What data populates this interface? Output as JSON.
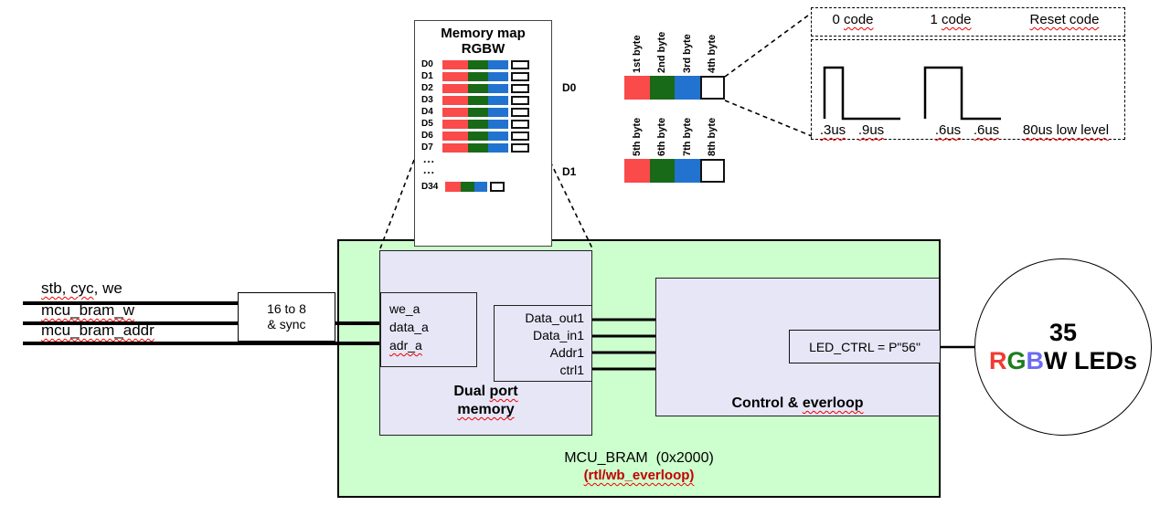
{
  "colors": {
    "cell-red": "#fa4a4a",
    "cell-green": "#186a18",
    "cell-blue": "#2173cf",
    "panel-green": "#cdfecd",
    "panel-lavender": "#e6e6f7",
    "dark-red": "#c00000",
    "letter-r": "#f13b31",
    "letter-g": "#1d7d1d",
    "letter-b": "#6b6bf2"
  },
  "signals": {
    "line1_wavy": "stb, cyc",
    "line1_plain": ", we",
    "line2": "mcu_bram_w",
    "line3": "mcu_bram_addr"
  },
  "converter": {
    "line1": "16 to 8",
    "line2": "& sync"
  },
  "memory_map": {
    "title": "Memory map",
    "subtitle": "RGBW",
    "rows": [
      "D0",
      "D1",
      "D2",
      "D3",
      "D4",
      "D5",
      "D6",
      "D7"
    ],
    "ellipsis1": "...",
    "ellipsis2": "...",
    "last_row": "D34"
  },
  "byte_rows": {
    "d0_label": "D0",
    "d1_label": "D1",
    "d0_bytes": [
      "1st byte",
      "2nd byte",
      "3rd byte",
      "4th byte"
    ],
    "d1_bytes": [
      "5th byte",
      "6th byte",
      "7th byte",
      "8th byte"
    ]
  },
  "waveform_panel": {
    "headers": [
      {
        "plain": "0 ",
        "wavy": "code"
      },
      {
        "plain": "1 ",
        "wavy": "code"
      },
      {
        "plain": "",
        "wavy": "Reset code"
      }
    ],
    "timings": [
      ".3us",
      ".9us",
      ".6us",
      ".6us"
    ],
    "reset_text": "80us low level"
  },
  "dual_port": {
    "title_line1_a": "Dual ",
    "title_line1_b": "port",
    "title_line2": "memory",
    "port_a": [
      "we_a",
      "data_a",
      "adr_a"
    ],
    "port_b": [
      "Data_out1",
      "Data_in1",
      "Addr1",
      "ctrl1"
    ]
  },
  "control": {
    "title_a": "Control & ",
    "title_b": "everloop",
    "led_ctrl": "LED_CTRL = P\"56\""
  },
  "bram": {
    "title": "MCU_BRAM  (0x2000)",
    "subtitle": "(rtl/wb_everloop)"
  },
  "leds": {
    "count": "35",
    "r": "R",
    "g": "G",
    "b": "B",
    "rest": "W LEDs"
  }
}
